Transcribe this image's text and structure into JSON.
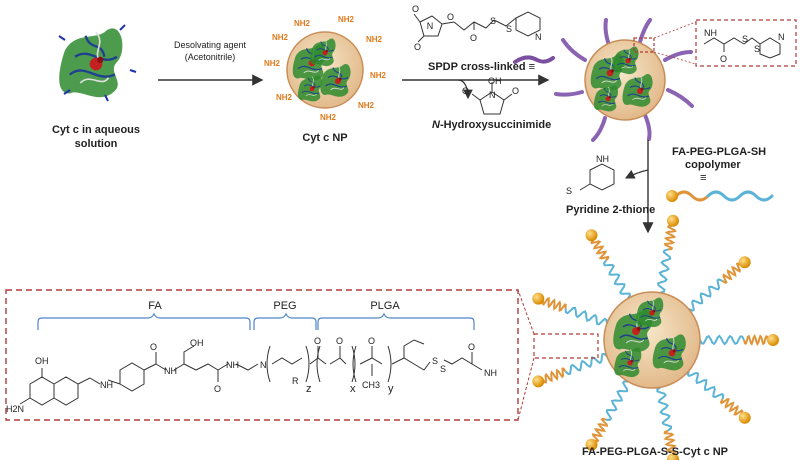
{
  "nodes": {
    "cytc_solution": {
      "line1": "Cyt c in aqueous",
      "line2": "solution"
    },
    "cytc_np": "Cyt c NP",
    "nhs": {
      "italic": "N",
      "rest": "-Hydroxysuccinimide"
    },
    "pyridine_thione": "Pyridine 2-thione",
    "final_np": "FA-PEG-PLGA-S-S-Cyt c NP"
  },
  "steps": {
    "desolvation": {
      "line1": "Desolvating agent",
      "line2": "(Acetonitrile)"
    },
    "spdp": {
      "label": "SPDP cross-linked ≡"
    },
    "copolymer": {
      "line1": "FA-PEG-PLGA-SH",
      "line2": "copolymer",
      "equiv": "≡"
    }
  },
  "structure": {
    "segments": [
      "FA",
      "PEG",
      "PLGA"
    ],
    "subscripts": [
      "z",
      "x",
      "y"
    ]
  },
  "chem": {
    "nh2": "NH2",
    "n": "N",
    "o": "O",
    "s": "S",
    "oh": "OH",
    "nh": "NH",
    "hs": "S",
    "h2n": "H2N",
    "cooh": "OH",
    "ch3": "CH3",
    "r": "R"
  },
  "colors": {
    "np_core": "#e2b98a",
    "spdp_linker": "#8a63b3",
    "peg_chain": "#5bb3d6",
    "fa_ligand": "#d98a00",
    "brace": "#4f86c6",
    "zoom_box": "#b23b3b",
    "amine_label": "#e07a1b"
  }
}
